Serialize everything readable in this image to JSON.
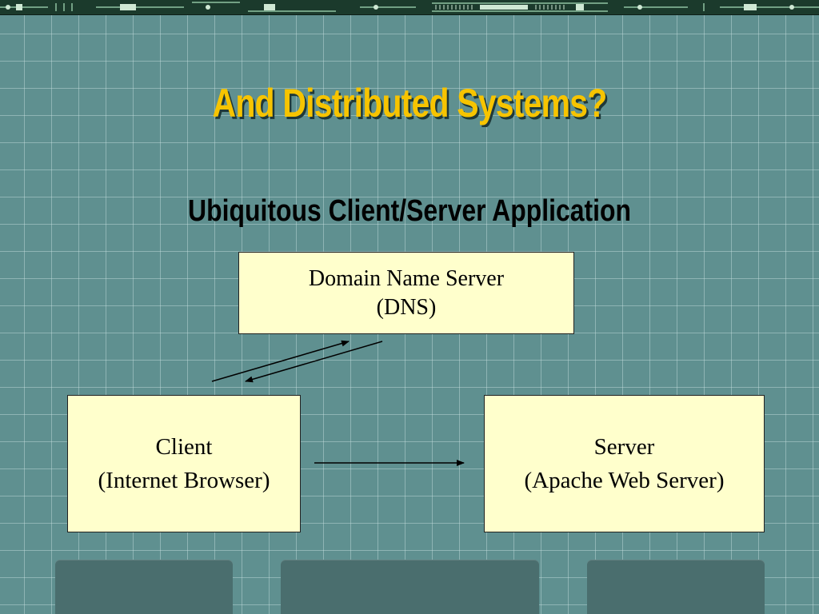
{
  "slide": {
    "title": "And Distributed Systems?",
    "subtitle": "Ubiquitous Client/Server Application"
  },
  "diagram": {
    "dns": {
      "line1": "Domain Name Server",
      "line2": "(DNS)"
    },
    "client": {
      "line1": "Client",
      "line2": "(Internet Browser)"
    },
    "server": {
      "line1": "Server",
      "line2": "(Apache Web Server)"
    }
  },
  "colors": {
    "background": "#5f9090",
    "title": "#f7c400",
    "box_fill": "#ffffcc",
    "footer_tab": "#4a6e6e"
  }
}
